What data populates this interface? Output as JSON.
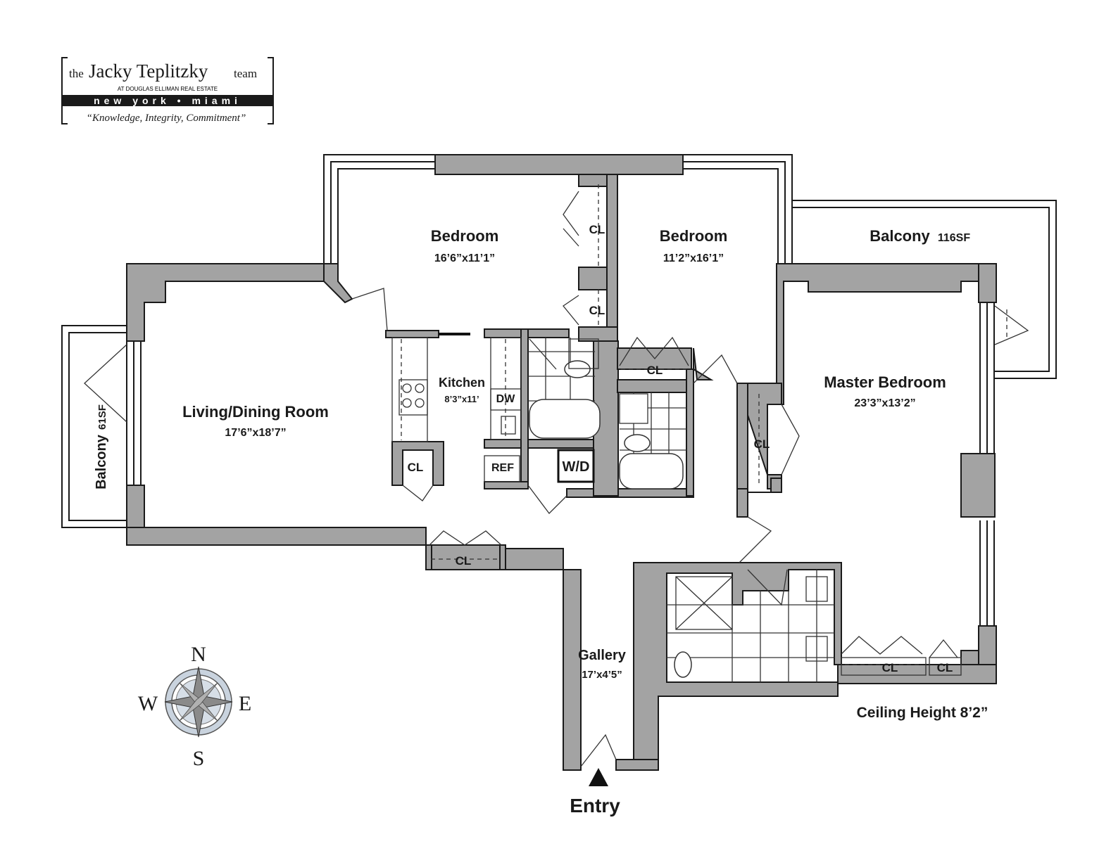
{
  "logo": {
    "prefix": "the",
    "name": "Jacky Teplitzky",
    "suffix": "team",
    "affiliation": "AT DOUGLAS ELLIMAN REAL ESTATE",
    "cities": "new york  •  miami",
    "tagline": "“Knowledge, Integrity, Commitment”"
  },
  "rooms": {
    "bedroom1": {
      "name": "Bedroom",
      "size": "16’6”x11’1”"
    },
    "bedroom2": {
      "name": "Bedroom",
      "size": "11’2”x16’1”"
    },
    "balcony_east": {
      "name": "Balcony",
      "size": "116SF"
    },
    "living": {
      "name": "Living/Dining  Room",
      "size": "17’6”x18’7”"
    },
    "kitchen": {
      "name": "Kitchen",
      "size": "8’3”x11’"
    },
    "master": {
      "name": "Master Bedroom",
      "size": "23’3”x13’2”"
    },
    "balcony_west": {
      "name": "Balcony",
      "size": "61SF"
    },
    "gallery": {
      "name": "Gallery",
      "size": "17’x4’5”"
    }
  },
  "fixtures": {
    "closet": "CL",
    "dishwasher": "DW",
    "refrigerator": "REF",
    "washer_dryer": "W/D"
  },
  "ceiling": "Ceiling Height 8’2”",
  "entry": "Entry",
  "compass": {
    "n": "N",
    "s": "S",
    "e": "E",
    "w": "W"
  },
  "colors": {
    "wall": "#a3a3a3",
    "line": "#1a1a1a"
  }
}
